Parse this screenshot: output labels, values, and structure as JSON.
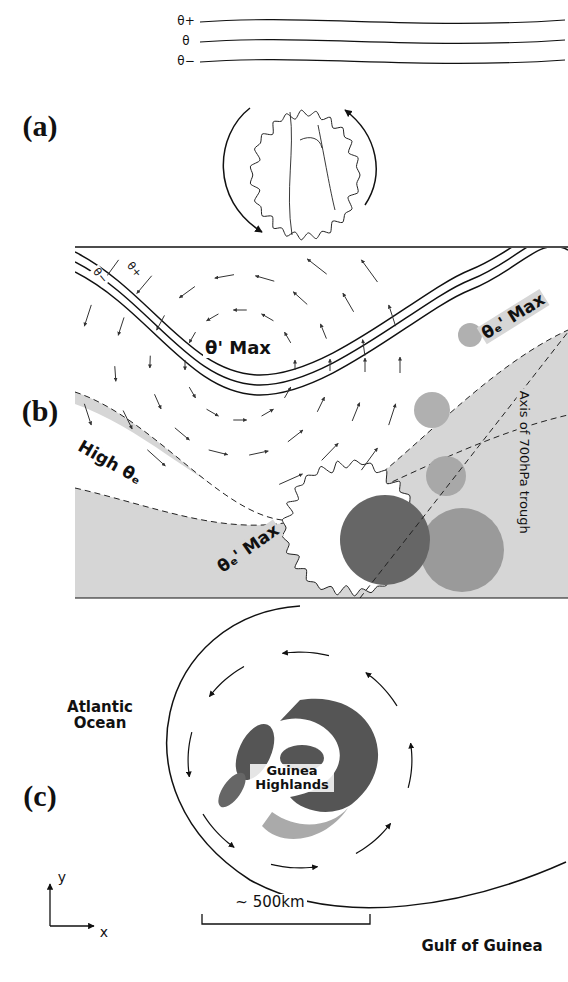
{
  "diagram": {
    "labels": [
      "(a)",
      "θ+",
      "θ",
      "θ−",
      "(b)",
      "θ−",
      "θ+",
      "θ' Max",
      "High θₑ",
      "θₑ' Max",
      "θₑ' Max",
      "Axis of 700hPa trough",
      "(c)",
      "Atlantic Ocean",
      "Guinea Highlands",
      "Gulf of Guinea",
      "y",
      "x",
      "~ 500km"
    ]
  }
}
